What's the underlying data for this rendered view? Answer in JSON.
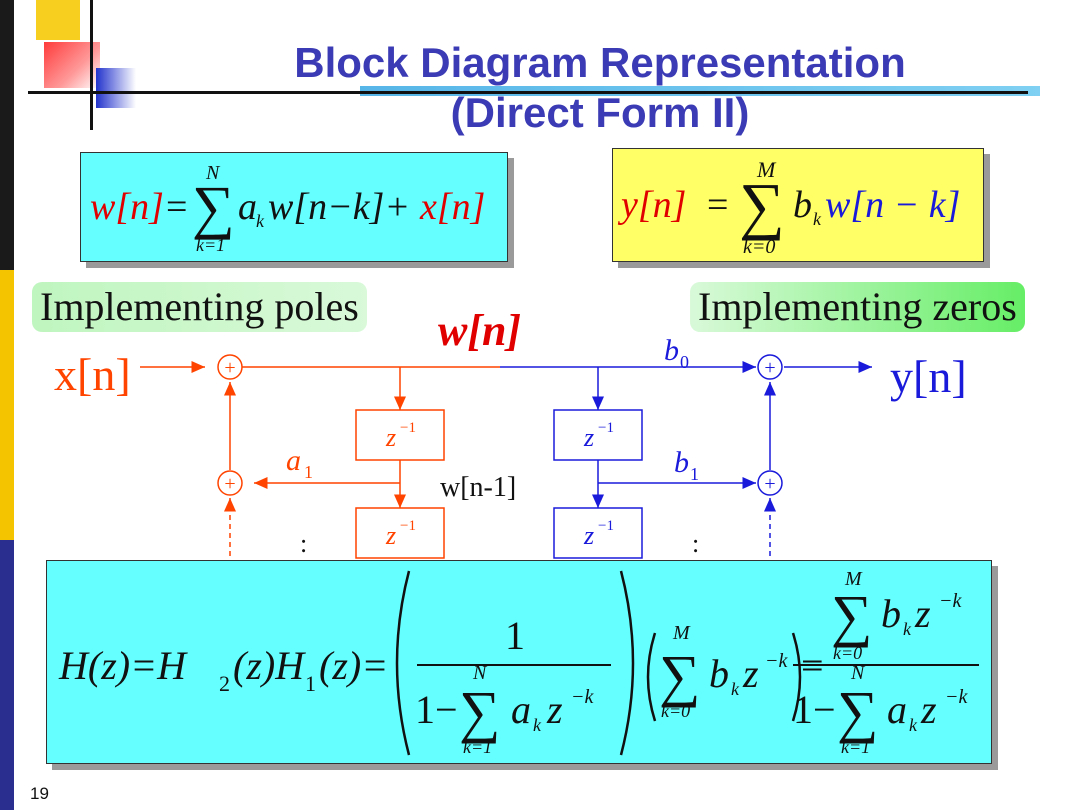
{
  "slide": {
    "title_line1": "Block Diagram Representation",
    "title_line2": "(Direct Form II)",
    "page_number": "19"
  },
  "equations": {
    "w_recursion": {
      "lhs": "w[n]",
      "sum_top": "N",
      "sum_bottom": "k=1",
      "term": "a",
      "term_sub": "k",
      "body": "w[n−k]+",
      "tail": "x[n]"
    },
    "y_output": {
      "lhs": "y[n]",
      "eq": "=",
      "sum_top": "M",
      "sum_bottom": "k=0",
      "term": "b",
      "term_sub": "k",
      "body": "w[n − k]"
    },
    "transfer": {
      "lhs": "H(z)=H",
      "h2_sub": "2",
      "mid": "(z)H",
      "h1_sub": "1",
      "rhs": "(z)=",
      "frac_num": "1",
      "frac_den_one": "1−",
      "sum_N": "N",
      "sum_k1": "k=1",
      "sum_M": "M",
      "sum_k0": "k=0",
      "a_term": "a",
      "b_term": "b",
      "k_sub": "k",
      "z_term": "z",
      "z_exp": "−k",
      "equals": "="
    }
  },
  "callouts": {
    "poles": "Implementing poles",
    "zeros": "Implementing zeros"
  },
  "diagram": {
    "input": "x[n]",
    "output": "y[n]",
    "w_label": "w[n]",
    "w_delayed": "w[n-1]",
    "a1": "a",
    "a1_sub": "1",
    "b0": "b",
    "b0_sub": "0",
    "b1": "b",
    "b1_sub": "1",
    "delay": "z",
    "delay_exp": "−1",
    "adder": "+",
    "dots": ":",
    "colors": {
      "poles": "#ff4400",
      "zeros": "#1a1adb",
      "red": "#e00000"
    }
  }
}
